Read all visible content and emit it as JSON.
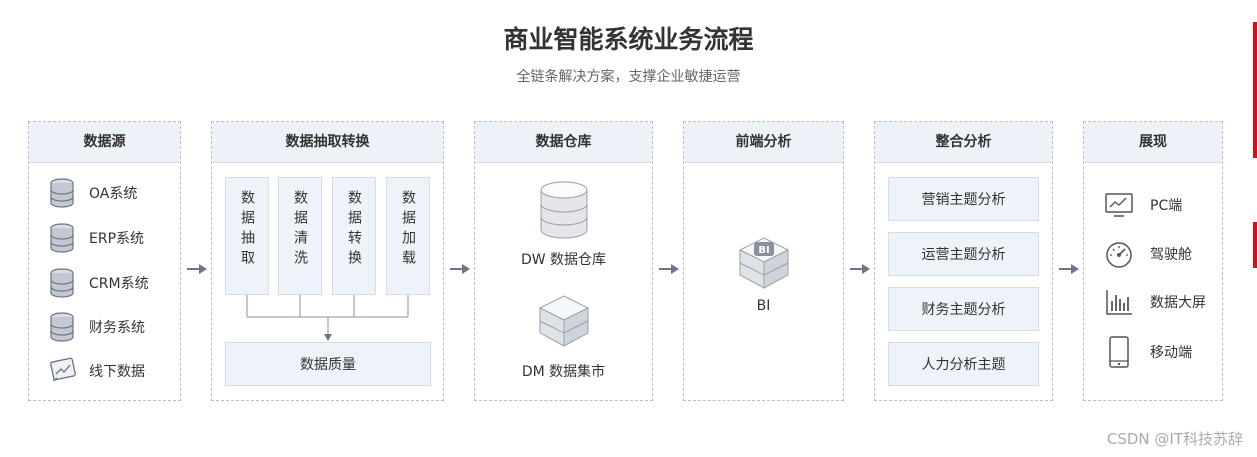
{
  "header": {
    "title": "商业智能系统业务流程",
    "subtitle": "全链条解决方案，支撑企业敏捷运营"
  },
  "columns": {
    "source": {
      "title": "数据源",
      "items": [
        {
          "label": "OA系统",
          "icon": "database-icon"
        },
        {
          "label": "ERP系统",
          "icon": "database-icon"
        },
        {
          "label": "CRM系统",
          "icon": "database-icon"
        },
        {
          "label": "财务系统",
          "icon": "database-icon"
        },
        {
          "label": "线下数据",
          "icon": "chart-board-icon"
        }
      ]
    },
    "etl": {
      "title": "数据抽取转换",
      "steps": [
        "数据抽取",
        "数据清洗",
        "数据转换",
        "数据加载"
      ],
      "quality": "数据质量"
    },
    "warehouse": {
      "title": "数据仓库",
      "dw": "DW 数据仓库",
      "dm": "DM 数据集市"
    },
    "frontend": {
      "title": "前端分析",
      "bi": "BI",
      "bi_badge": "BI"
    },
    "analysis": {
      "title": "整合分析",
      "items": [
        "营销主题分析",
        "运营主题分析",
        "财务主题分析",
        "人力分析主题"
      ]
    },
    "display": {
      "title": "展现",
      "items": [
        {
          "label": "PC端",
          "icon": "monitor-icon"
        },
        {
          "label": "驾驶舱",
          "icon": "gauge-icon"
        },
        {
          "label": "数据大屏",
          "icon": "bar-chart-icon"
        },
        {
          "label": "移动端",
          "icon": "mobile-icon"
        }
      ]
    }
  },
  "watermark": "CSDN @IT科技苏辞",
  "colors": {
    "header_bg": "#edf1f8",
    "box_bg": "#eef2f9",
    "border": "#b9bdc6",
    "arrow": "#6b7489",
    "accent_red": "#c8161e"
  }
}
